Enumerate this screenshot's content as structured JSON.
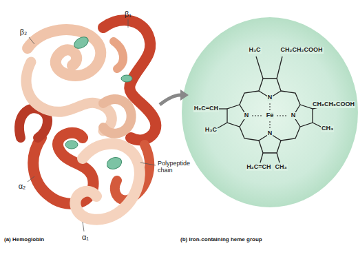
{
  "diagram": {
    "labels": [
      "β₂",
      "β₁",
      "α₂",
      "α₁",
      "Polypeptide chain",
      "(a) Hemoglobin",
      "(b) Iron-containing heme group",
      "H₃C",
      "CH₂CH₂COOH",
      "H₂C=CH",
      "N",
      "N",
      "N",
      "N",
      "Fe",
      "CH₂CH₂COOH",
      "CH₃",
      "H₃C",
      "H₂C=CH",
      "CH₃"
    ]
  }
}
